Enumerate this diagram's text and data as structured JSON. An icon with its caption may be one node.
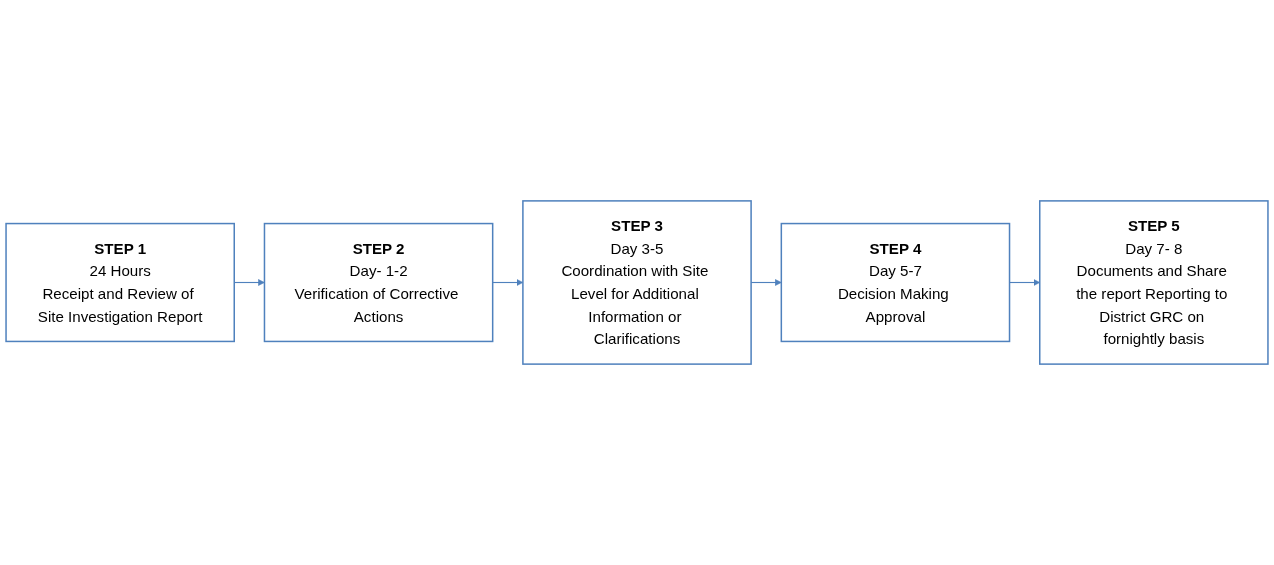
{
  "diagram": {
    "nodes": [
      {
        "text": [
          "STEP 1",
          "24 Hours",
          "Receipt and Review of Site Investigation Report"
        ]
      },
      {
        "text": [
          "STEP 2",
          "Day- 1-2",
          "Verification of Corrective Actions"
        ]
      },
      {
        "text": [
          "STEP 3",
          "Day 3-5",
          "Coordination with Site Level for Additional Information or Clarifications"
        ]
      },
      {
        "text": [
          "STEP 4",
          "Day 5-7",
          "Decision Making Approval"
        ]
      },
      {
        "text": [
          "STEP 5",
          "Day 7- 8",
          "Documents and Share the report Reporting to District GRC on fornightly basis"
        ]
      }
    ],
    "edges": [
      {
        "from": 0,
        "to": 1,
        "arrow": "to"
      },
      {
        "from": 1,
        "to": 2,
        "arrow": "to"
      },
      {
        "from": 2,
        "to": 3,
        "arrow": "to"
      },
      {
        "from": 3,
        "to": 4,
        "arrow": "to"
      }
    ]
  }
}
